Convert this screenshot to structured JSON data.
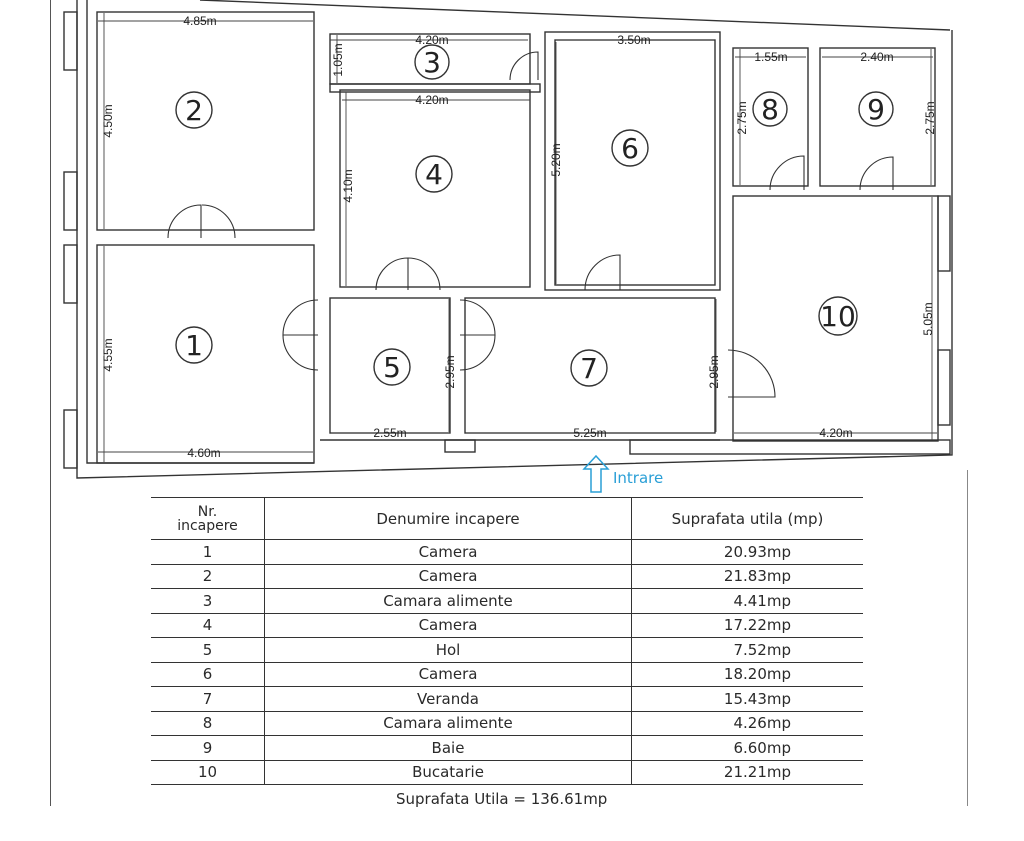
{
  "plan": {
    "rooms": [
      {
        "no": "1"
      },
      {
        "no": "2"
      },
      {
        "no": "3"
      },
      {
        "no": "4"
      },
      {
        "no": "5"
      },
      {
        "no": "6"
      },
      {
        "no": "7"
      },
      {
        "no": "8"
      },
      {
        "no": "9"
      },
      {
        "no": "10"
      }
    ],
    "dimensions": {
      "r2_width": "4.85m",
      "r2_height": "4.50m",
      "r3_width": "4.20m",
      "r3_height": "1.05m",
      "r4_width": "4.20m",
      "r4_height": "4.10m",
      "r6_width": "3.50m",
      "r6_height": "5.20m",
      "r8_width": "1.55m",
      "r8_height": "2.75m",
      "r9_width": "2.40m",
      "r9_height": "2.75m",
      "r1_height": "4.55m",
      "r1_width": "4.60m",
      "r5_width": "2.55m",
      "r5_height": "2.95m",
      "r7_width": "5.25m",
      "r7_height": "2.95m",
      "r10_width": "4.20m",
      "r10_height": "5.05m"
    },
    "entrance_label": "Intrare",
    "entrance_color": "#2a9fd6"
  },
  "table": {
    "header": {
      "nr_line1": "Nr.",
      "nr_line2": "incapere",
      "name": "Denumire incapere",
      "area": "Suprafata utila (mp)"
    },
    "rows": [
      {
        "nr": "1",
        "name": "Camera",
        "area": "20.93mp"
      },
      {
        "nr": "2",
        "name": "Camera",
        "area": "21.83mp"
      },
      {
        "nr": "3",
        "name": "Camara alimente",
        "area": "4.41mp"
      },
      {
        "nr": "4",
        "name": "Camera",
        "area": "17.22mp"
      },
      {
        "nr": "5",
        "name": "Hol",
        "area": "7.52mp"
      },
      {
        "nr": "6",
        "name": "Camera",
        "area": "18.20mp"
      },
      {
        "nr": "7",
        "name": "Veranda",
        "area": "15.43mp"
      },
      {
        "nr": "8",
        "name": "Camara alimente",
        "area": "4.26mp"
      },
      {
        "nr": "9",
        "name": "Baie",
        "area": "6.60mp"
      },
      {
        "nr": "10",
        "name": "Bucatarie",
        "area": "21.21mp"
      }
    ],
    "total": "Suprafata Utila  =  136.61mp"
  }
}
